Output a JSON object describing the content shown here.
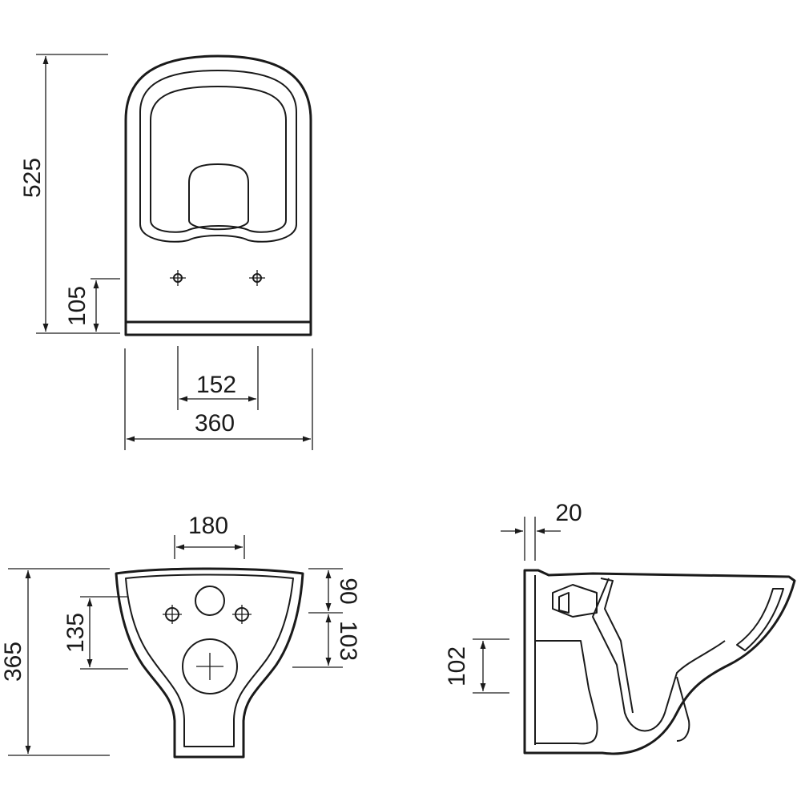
{
  "drawing": {
    "top_view": {
      "height_label": "525",
      "fixing_offset_label": "105",
      "fixing_spacing_label": "152",
      "width_label": "360"
    },
    "front_view": {
      "pipe_spacing_label": "180",
      "height_label": "365",
      "outlet_height_label": "135",
      "upper_offset_label": "90",
      "lower_offset_label": "103"
    },
    "side_view": {
      "wall_gap_label": "20",
      "outlet_height_label": "102"
    },
    "colors": {
      "line": "#1a1a1a",
      "background": "#ffffff"
    }
  }
}
